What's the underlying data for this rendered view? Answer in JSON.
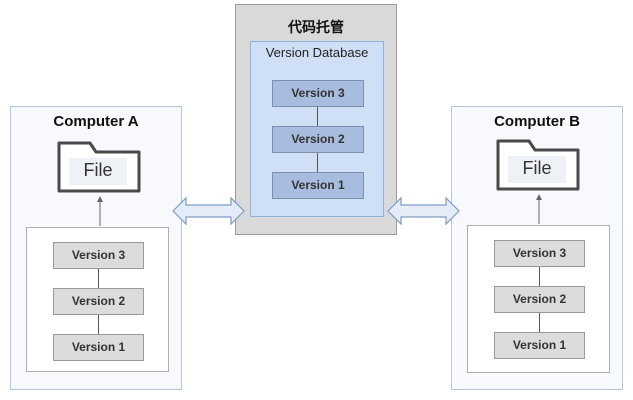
{
  "computer_a": {
    "title": "Computer A",
    "file_label": "File",
    "versions": [
      "Version 3",
      "Version 2",
      "Version 1"
    ]
  },
  "server": {
    "title": "代码托管",
    "database_title": "Version Database",
    "versions": [
      "Version 3",
      "Version 2",
      "Version 1"
    ]
  },
  "computer_b": {
    "title": "Computer B",
    "file_label": "File",
    "versions": [
      "Version 3",
      "Version 2",
      "Version 1"
    ]
  },
  "colors": {
    "computer_bg": "#f7f9fd",
    "computer_border": "#b8c6dc",
    "server_bg": "#d9d9d9",
    "database_bg": "#cfe0f6",
    "version_grey": "#dcdcdc",
    "version_blue": "#a7bcde",
    "folder_stroke": "#4a4a4a"
  }
}
